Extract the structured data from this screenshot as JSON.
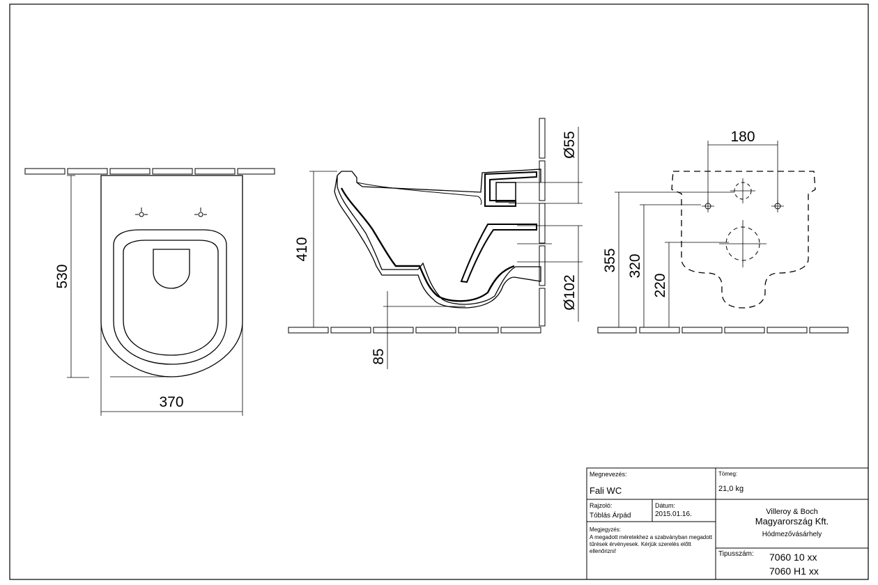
{
  "dimensions": {
    "front_height": "530",
    "front_width": "370",
    "side_height": "410",
    "side_floor_gap": "85",
    "pipe_top": "Ø55",
    "pipe_bottom": "Ø102",
    "rear_spacing": "180",
    "rear_h1": "355",
    "rear_h2": "320",
    "rear_h3": "220"
  },
  "title_block": {
    "name_label": "Megnevezés:",
    "name_value": "Fali WC",
    "mass_label": "Tömeg:",
    "mass_value": "21,0 kg",
    "drawer_label": "Rajzoló:",
    "drawer_value": "Tóblás Árpád",
    "date_label": "Dátum:",
    "date_value": "2015.01.16.",
    "note_label": "Megjegyzés:",
    "note_value": "A megadott méretekhez a szabványban megadott tűrések érvényesek. Kérjük szerelés előtt ellenőrizni!",
    "company_line1": "Villeroy  & Boch",
    "company_line2": "Magyarország Kft.",
    "company_line3": "Hódmezővásárhely",
    "type_label": "Tipusszám:",
    "type_value1": "7060 10 xx",
    "type_value2": "7060 H1 xx"
  }
}
